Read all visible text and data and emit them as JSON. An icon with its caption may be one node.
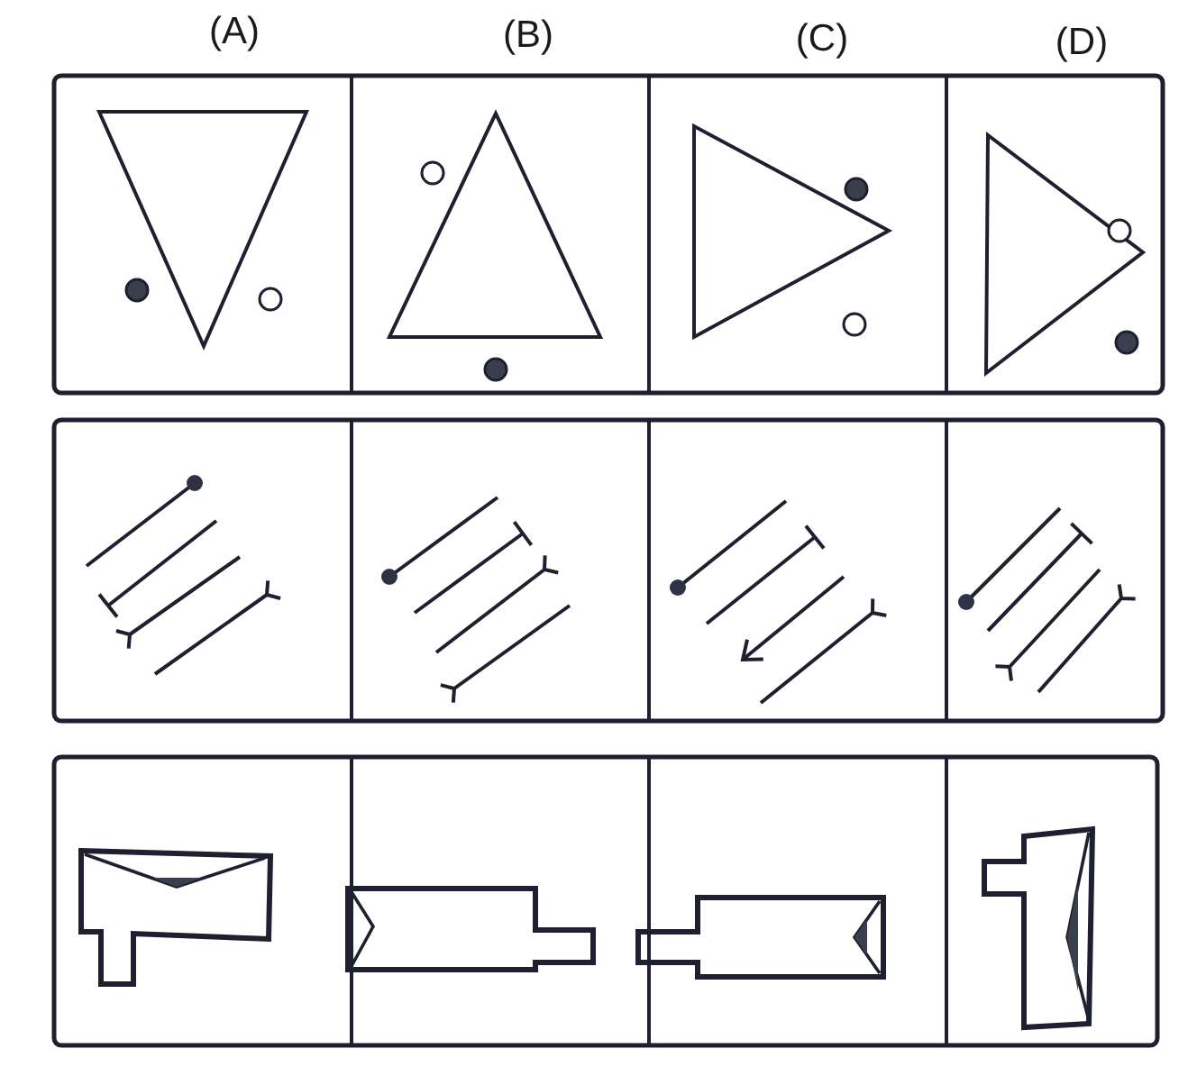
{
  "diagram": {
    "labels": [
      "(A)",
      "(B)",
      "(C)",
      "(D)"
    ]
  }
}
